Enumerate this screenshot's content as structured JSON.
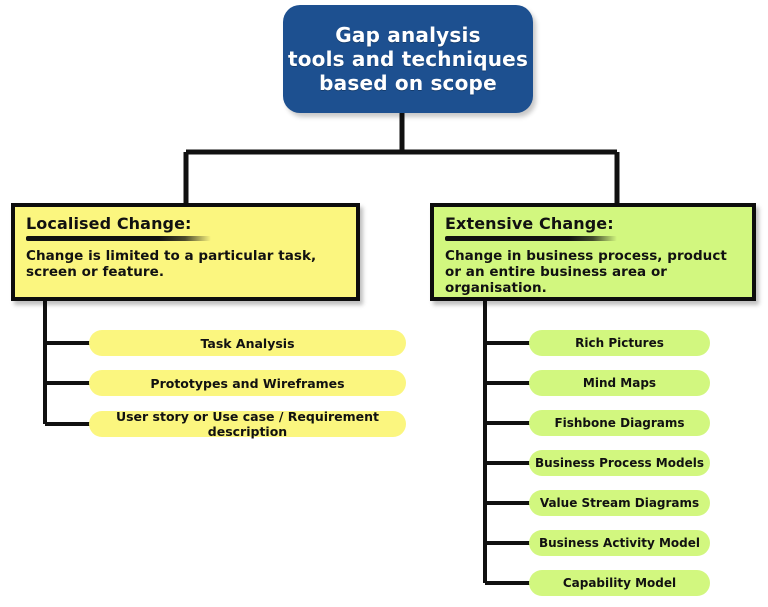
{
  "diagram": {
    "root": {
      "label": "Gap analysis\ntools and techniques\nbased on scope",
      "color": "#1d5090",
      "text_color": "#ffffff"
    },
    "branches": [
      {
        "id": "localised-change",
        "title": "Localised Change:",
        "description": "Change is limited to a particular task, screen or feature.",
        "color": "#fbf67f",
        "border_color": "#0d0d0d",
        "items": [
          {
            "label": "Task Analysis"
          },
          {
            "label": "Prototypes and Wireframes"
          },
          {
            "label": "User story or Use case / Requirement description"
          }
        ]
      },
      {
        "id": "extensive-change",
        "title": "Extensive Change:",
        "description": "Change in business process, product or an entire business area or organisation.",
        "color": "#d2f77f",
        "border_color": "#0d0d0d",
        "items": [
          {
            "label": "Rich Pictures"
          },
          {
            "label": "Mind Maps"
          },
          {
            "label": "Fishbone Diagrams"
          },
          {
            "label": "Business Process Models"
          },
          {
            "label": "Value Stream Diagrams"
          },
          {
            "label": "Business Activity Model"
          },
          {
            "label": "Capability Model"
          }
        ]
      }
    ],
    "connector_color": "#111111"
  }
}
